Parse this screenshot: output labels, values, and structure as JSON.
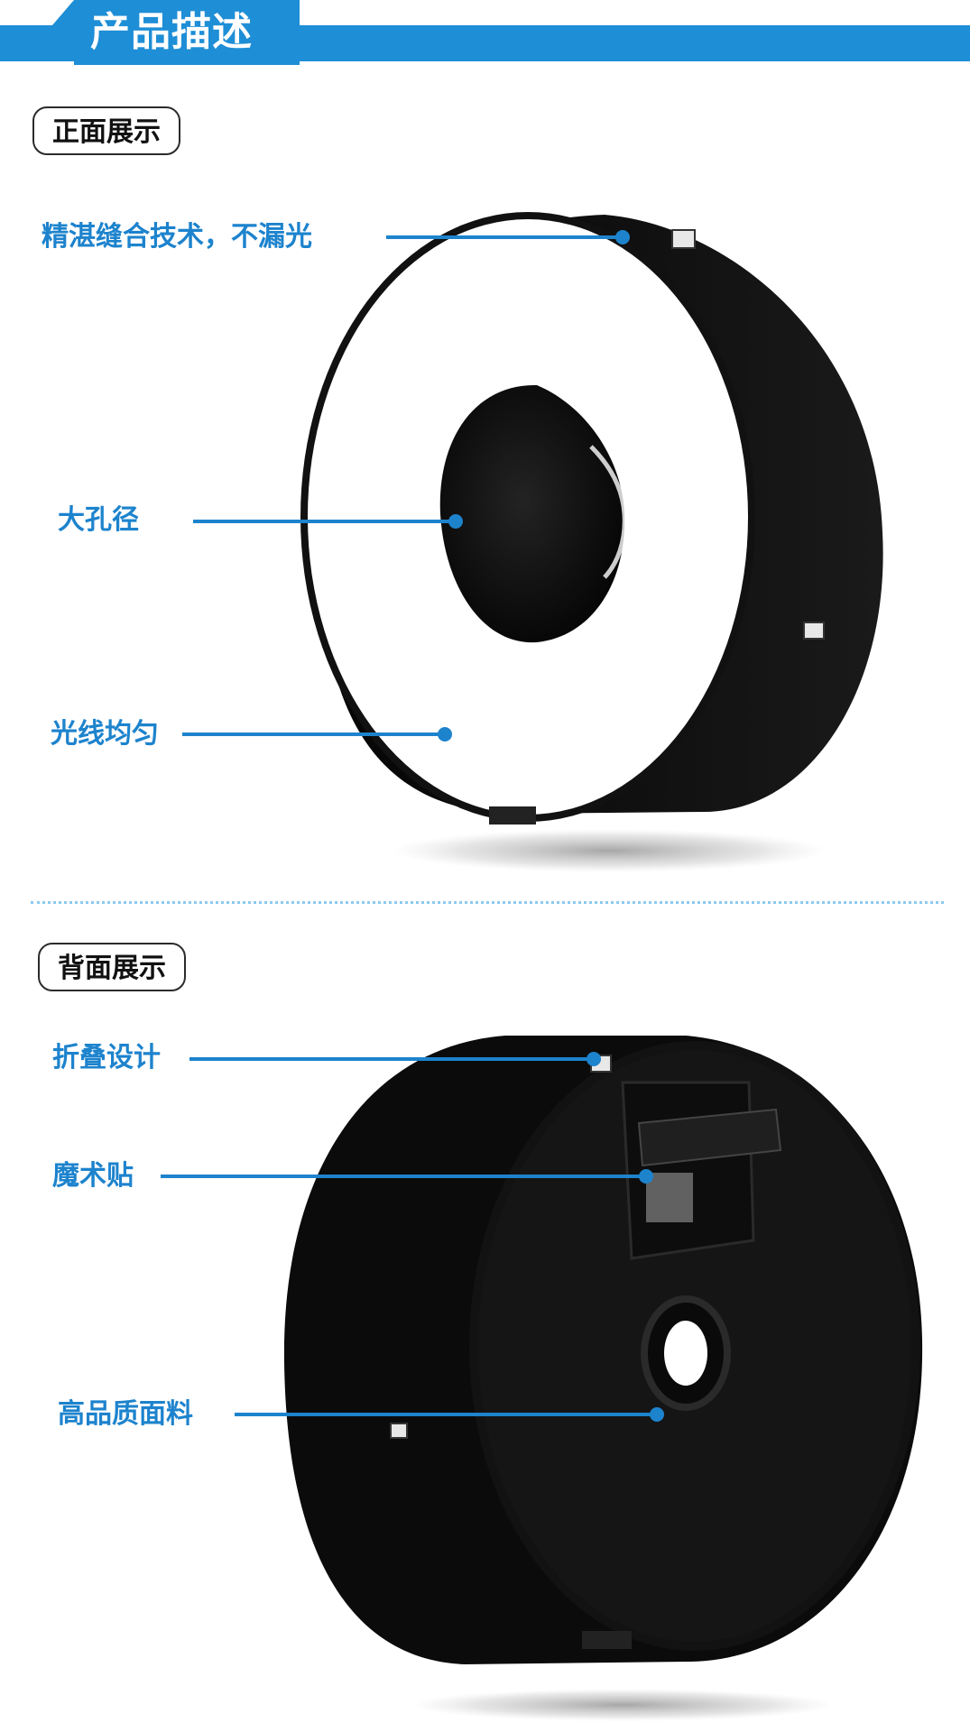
{
  "header": {
    "title": "产品描述"
  },
  "sections": {
    "front": {
      "label": "正面展示",
      "callouts": [
        "精湛缝合技术，不漏光",
        "大孔径",
        "光线均匀"
      ]
    },
    "back": {
      "label": "背面展示",
      "callouts": [
        "折叠设计",
        "魔术贴",
        "高品质面料"
      ]
    }
  },
  "colors": {
    "header_blue": "#1e8ed6",
    "callout_blue": "#1d83cd",
    "divider": "#8ccaf2",
    "product_black": "#111111",
    "product_white": "#ffffff"
  },
  "icons": {
    "front_product": "ring-softbox-front",
    "back_product": "ring-softbox-back",
    "callout_dot": "blue-dot-icon"
  }
}
